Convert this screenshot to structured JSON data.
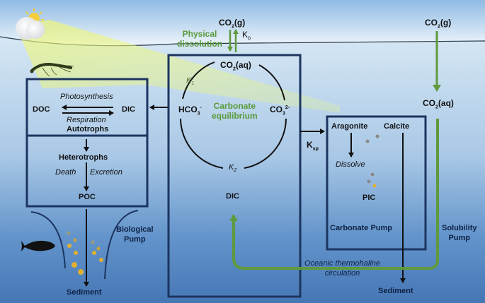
{
  "colors": {
    "sky_top": "#8fbbe3",
    "sky_bottom": "#f5f9fd",
    "water_top": "#cfe2f2",
    "water_bottom": "#4a7fbb",
    "box_border": "#1c3560",
    "green": "#5f9a3c",
    "light_beam": "#e8f57a",
    "text": "#111111"
  },
  "atmosphere": {
    "co2_gas_left": {
      "base": "CO",
      "sub": "2",
      "tail": "(g)"
    },
    "co2_gas_right": {
      "base": "CO",
      "sub": "2",
      "tail": "(g)"
    },
    "physical_dissolution": [
      "Physical",
      "dissolution"
    ],
    "k0": {
      "base": "K",
      "sub": "0"
    }
  },
  "biological_box": {
    "photosynthesis": "Photosynthesis",
    "respiration": "Respiration",
    "doc": "DOC",
    "dic": "DIC",
    "autotrophs": "Autotrophs",
    "heterotrophs": "Heterotrophs",
    "death": "Death",
    "excretion": "Excretion",
    "poc": "POC"
  },
  "biological_pump": {
    "label": [
      "Biological",
      "Pump"
    ],
    "sediment": "Sediment"
  },
  "carbonate_box": {
    "co2_aq": {
      "base": "CO",
      "sub": "2",
      "tail": "(aq)"
    },
    "hco3": {
      "base": "HCO",
      "sub": "3",
      "sup": "-"
    },
    "co3": {
      "base": "CO",
      "sub": "3",
      "sup": "2-"
    },
    "k1": {
      "base": "K",
      "sub": "1"
    },
    "k2": {
      "base": "K",
      "sub": "2"
    },
    "title": [
      "Carbonate",
      "equilibrium"
    ],
    "dic": "DIC"
  },
  "ksp": {
    "base": "K",
    "sub": "sp"
  },
  "carbonate_pump_box": {
    "aragonite": "Aragonite",
    "calcite": "Calcite",
    "dissolve": "Dissolve",
    "pic": "PIC",
    "label": "Carbonate Pump",
    "sediment": "Sediment"
  },
  "solubility_pump": {
    "co2_aq": {
      "base": "CO",
      "sub": "2",
      "tail": "(aq)"
    },
    "label": [
      "Solubility",
      "Pump"
    ],
    "circulation": [
      "Oceanic thermohaline",
      "circulation"
    ]
  }
}
